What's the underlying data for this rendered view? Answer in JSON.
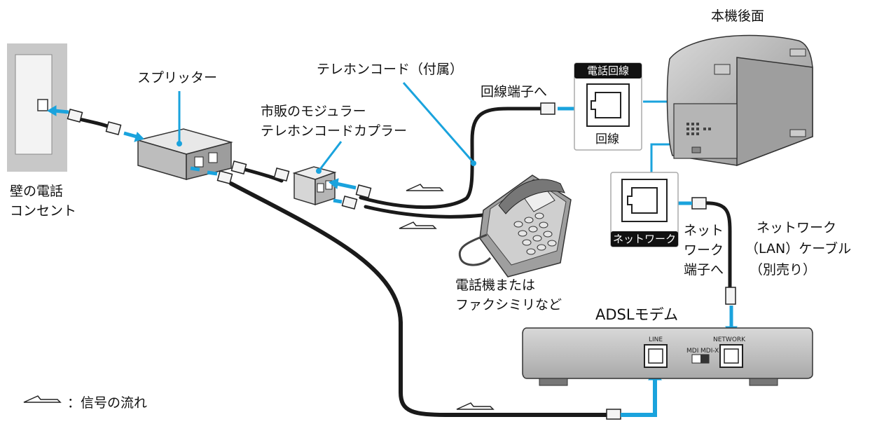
{
  "labels": {
    "wall_outlet": [
      "壁の電話",
      "コンセント"
    ],
    "splitter": "スプリッター",
    "coupler": [
      "市販のモジュラー",
      "テレホンコードカプラー"
    ],
    "phone_cord": "テレホンコード（付属）",
    "line_terminal_to": "回線端子へ",
    "unit_rear": "本機後面",
    "phone_line_panel_title": "電話回線",
    "phone_line_panel_caption": "回線",
    "network_panel_title": "ネットワーク",
    "network_terminal_to": [
      "ネット",
      "ワーク",
      "端子へ"
    ],
    "lan_cable": [
      "ネットワーク",
      "（LAN）ケーブル",
      "（別売り）"
    ],
    "telephone": [
      "電話機または",
      "ファクシミリなど"
    ],
    "adsl_modem": "ADSLモデム",
    "modem_line_port": "LINE",
    "modem_network_port": "NETWORK",
    "modem_mdi": "MDI",
    "modem_mdix": "MDI-X",
    "legend": "：信号の流れ"
  },
  "colors": {
    "signal_arrow": "#1aa3dd",
    "cable": "#1a1a1a",
    "device_gray": "#b8b8b8"
  }
}
